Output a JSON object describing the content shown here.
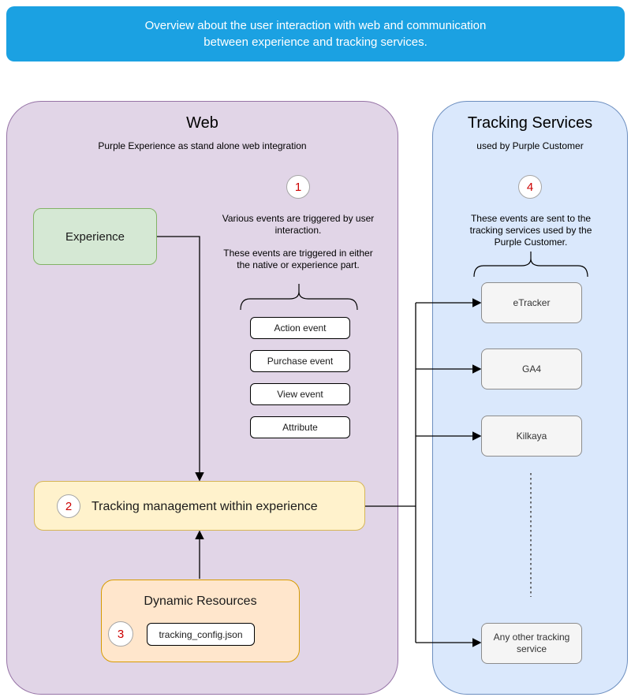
{
  "header": {
    "text": "Overview about the user interaction with web and communication between experience and tracking services."
  },
  "web_container": {
    "title": "Web",
    "subtitle": "Purple Experience as stand alone web integration"
  },
  "tracking_container": {
    "title": "Tracking Services",
    "subtitle": "used by Purple Customer"
  },
  "badges": {
    "step1": "1",
    "step2": "2",
    "step3": "3",
    "step4": "4"
  },
  "experience_label": "Experience",
  "notes": {
    "events_triggered": "Various events are triggered by user interaction.",
    "native_or_experience": "These events are triggered in either the native or experience part.",
    "sent_to_tracking": "These events are sent to the tracking services used by the Purple Customer."
  },
  "event_boxes": [
    "Action event",
    "Purchase event",
    "View event",
    "Attribute"
  ],
  "tracking_management_label": "Tracking management within experience",
  "dynamic_resources": {
    "title": "Dynamic Resources",
    "file_label": "tracking_config.json"
  },
  "services": [
    "eTracker",
    "GA4",
    "Kilkaya"
  ],
  "other_service_label": "Any other tracking service",
  "colors": {
    "header_bg": "#1BA1E2",
    "web_fill": "#E1D5E7",
    "web_border": "#9673A6",
    "tracking_fill": "#DAE8FC",
    "tracking_border": "#6C8EBF",
    "experience_fill": "#D5E8D4",
    "experience_border": "#82B366",
    "management_fill": "#FFF2CC",
    "management_border": "#D6B656",
    "resources_fill": "#FFE6CC",
    "resources_border": "#D79B00",
    "service_fill": "#F5F5F5",
    "service_border": "#8C8C8C",
    "badge_number": "#CC0000"
  }
}
